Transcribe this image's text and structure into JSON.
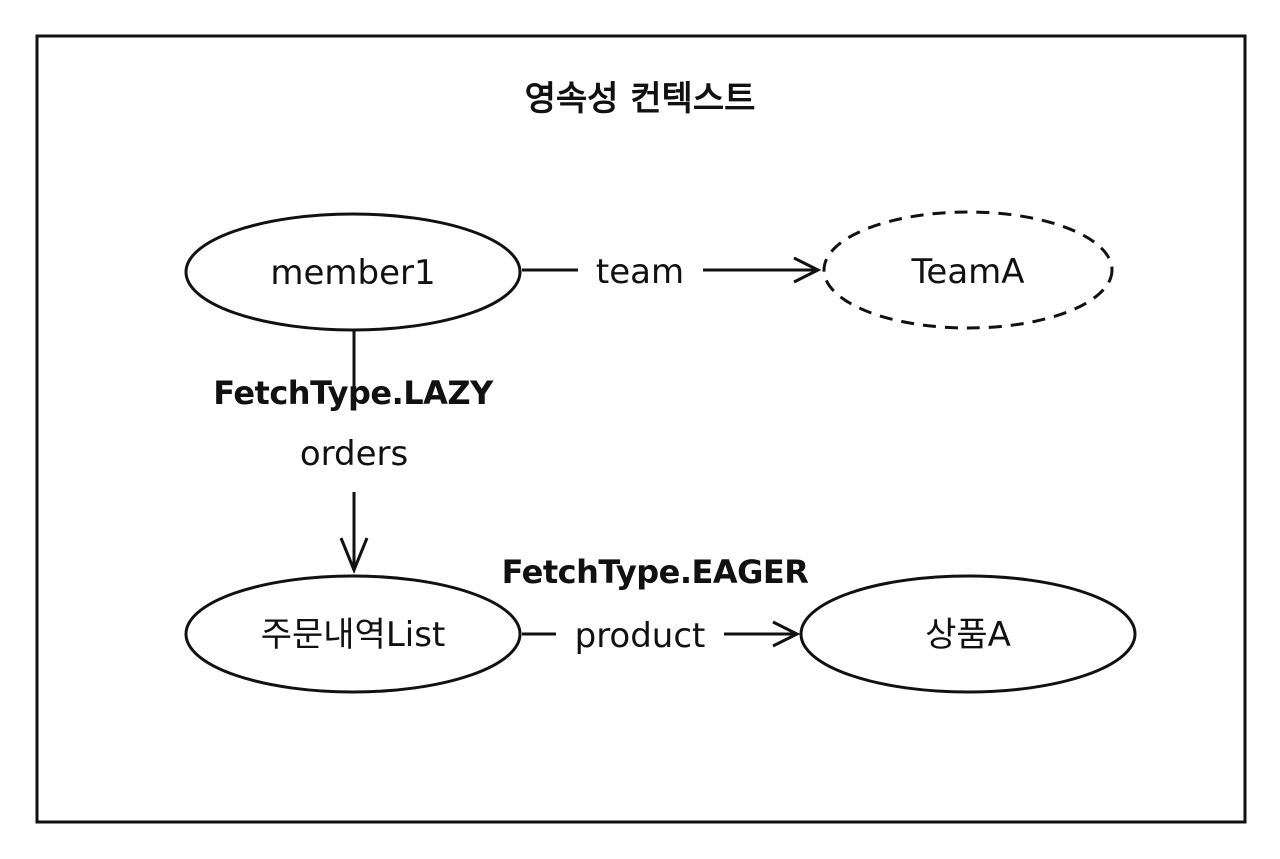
{
  "title": "영속성 컨텍스트",
  "colors": {
    "stroke": "#111111",
    "background": "#ffffff",
    "text": "#111111"
  },
  "nodes": {
    "member1": {
      "label": "member1",
      "style": "solid"
    },
    "teamA": {
      "label": "TeamA",
      "style": "dashed"
    },
    "orderList": {
      "label": "주문내역List",
      "style": "solid"
    },
    "productA": {
      "label": "상품A",
      "style": "solid"
    }
  },
  "edges": {
    "team": {
      "label": "team"
    },
    "orders": {
      "label": "orders"
    },
    "product": {
      "label": "product"
    }
  },
  "fetch": {
    "lazy": "FetchType.LAZY",
    "eager": "FetchType.EAGER"
  }
}
